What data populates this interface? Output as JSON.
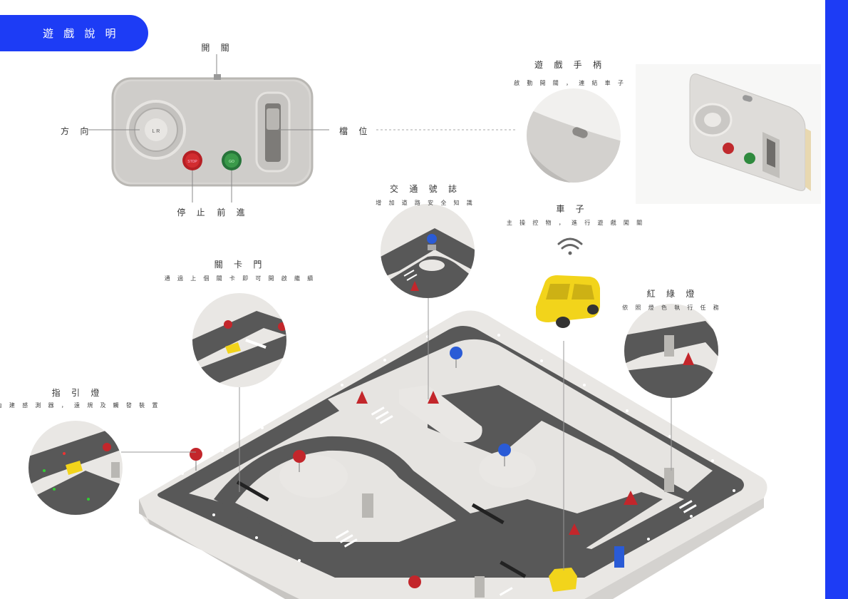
{
  "title": "遊 戲 說 明",
  "controller": {
    "switch_label": "開 關",
    "direction_label": "方 向",
    "gear_label": "檔 位",
    "stop_label": "停 止",
    "forward_label": "前 進",
    "stop_button_text": "STOP",
    "go_button_text": "GO",
    "dial_text": "L R"
  },
  "gamepad": {
    "title": "遊 戲 手 柄",
    "desc": "啟 動 開 關 ， 連 結 車 子"
  },
  "traffic_sign": {
    "title": "交 通 號 誌",
    "desc": "增 加 道 路 安 全 知 識"
  },
  "car": {
    "title": "車 子",
    "desc": "主 操 控 物 ， 進 行 遊 戲 闖 關"
  },
  "gate": {
    "title": "關 卡 門",
    "desc": "通 過 上 個 關 卡 即 可 開 啟 繼 續"
  },
  "traffic_light": {
    "title": "紅 綠 燈",
    "desc": "依 照 燈 色 執 行 任 務"
  },
  "guide_light": {
    "title": "指 引 燈",
    "desc": "內 建 感 測 器 ， 遠 規 及 觸 發 裝 置"
  },
  "colors": {
    "accent": "#1d3cf5",
    "board": "#e9e7e4",
    "road": "#5a5a5a",
    "car": "#f2d21a",
    "stop": "#c8262a",
    "go": "#2c8a3a"
  }
}
